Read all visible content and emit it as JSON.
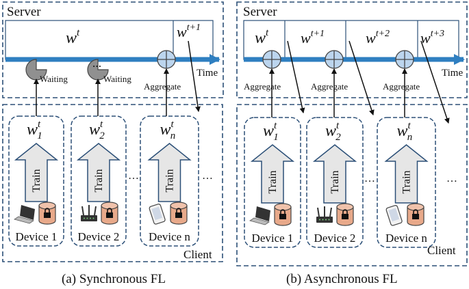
{
  "colors": {
    "box_border": "#2b4f77",
    "timeline_blue": "#2f7fc1",
    "aggregate_fill": "#bcd5ee",
    "waiting_fill": "#909090",
    "cylinder_fill": "#e8a98a",
    "text": "#111111"
  },
  "panel_a": {
    "caption": "(a) Synchronous FL",
    "server_label": "Server",
    "client_label": "Client",
    "time_label": "Time",
    "model_segments": [
      "w^t",
      "w^{t+1}"
    ],
    "waiting_label_1": "Waiting",
    "waiting_label_2": "Waiting",
    "aggregate_label": "Aggregate",
    "devices": [
      {
        "weight": "w_1^t",
        "train": "Train",
        "name": "Device 1",
        "icons": [
          "laptop-icon",
          "database-lock-icon"
        ]
      },
      {
        "weight": "w_2^t",
        "train": "Train",
        "name": "Device 2",
        "icons": [
          "router-icon",
          "database-lock-icon"
        ]
      },
      {
        "weight": "w_n^t",
        "train": "Train",
        "name": "Device n",
        "icons": [
          "phone-icon",
          "database-lock-icon"
        ]
      }
    ],
    "ellipsis_between": "…",
    "ellipsis_after": "…"
  },
  "panel_b": {
    "caption": "(b) Asynchronous FL",
    "server_label": "Server",
    "client_label": "Client",
    "time_label": "Time",
    "model_segments": [
      "w^t",
      "w^{t+1}",
      "w^{t+2}",
      "w^{t+3}"
    ],
    "aggregate_labels": [
      "Aggregate",
      "Aggregate",
      "Aggregate"
    ],
    "devices": [
      {
        "weight": "w_1^t",
        "train": "Train",
        "name": "Device 1",
        "icons": [
          "laptop-icon",
          "database-lock-icon"
        ]
      },
      {
        "weight": "w_2^t",
        "train": "Train",
        "name": "Device 2",
        "icons": [
          "router-icon",
          "database-lock-icon"
        ]
      },
      {
        "weight": "w_n^t",
        "train": "Train",
        "name": "Device n",
        "icons": [
          "phone-icon",
          "database-lock-icon"
        ]
      }
    ],
    "ellipsis_between": "…",
    "ellipsis_after": "…"
  }
}
